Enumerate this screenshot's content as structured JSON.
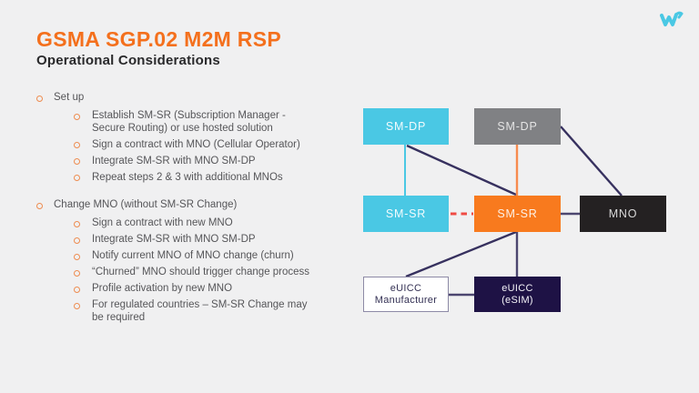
{
  "page": {
    "background": "#f0f0f1"
  },
  "brand": {
    "logo_icon": "w-swoosh-logo",
    "logo_color": "#4ac8e4"
  },
  "header": {
    "title": "GSMA SGP.02 M2M RSP",
    "title_color": "#f4701d",
    "subtitle": "Operational Considerations",
    "subtitle_color": "#29292b"
  },
  "bullets": [
    {
      "label": "Set up",
      "items": [
        "Establish SM-SR (Subscription Manager -\nSecure Routing) or use hosted solution",
        "Sign a contract with MNO (Cellular Operator)",
        "Integrate SM-SR with MNO SM-DP",
        "Repeat steps 2 & 3 with additional MNOs"
      ]
    },
    {
      "label": "Change MNO (without SM-SR Change)",
      "items": [
        "Sign a contract with new MNO",
        "Integrate SM-SR with MNO SM-DP",
        "Notify current MNO of MNO change (churn)",
        "“Churned” MNO should trigger change process",
        "Profile activation by new MNO",
        "For regulated countries – SM-SR Change may\nbe required"
      ]
    }
  ],
  "bullet_marker_color": "#ee8c50",
  "diagram": {
    "nodes": [
      {
        "id": "sm-dp-cyan",
        "label": "SM-DP",
        "bg": "#4ac8e4",
        "text_color": "#f2fbfd"
      },
      {
        "id": "sm-dp-gray",
        "label": "SM-DP",
        "bg": "#808184",
        "text_color": "#e4e4e4"
      },
      {
        "id": "sm-sr-cyan",
        "label": "SM-SR",
        "bg": "#4ac8e4",
        "text_color": "#f2fbfd"
      },
      {
        "id": "sm-sr-orange",
        "label": "SM-SR",
        "bg": "#f87a1e",
        "text_color": "#fdf1e6"
      },
      {
        "id": "mno",
        "label": "MNO",
        "bg": "#242122",
        "text_color": "#d8d8d8"
      },
      {
        "id": "euicc-manufacturer",
        "label": "eUICC\nManufacturer",
        "bg": "#ffffff",
        "text_color": "#343154",
        "border": "#8d8aa6"
      },
      {
        "id": "euicc-esim",
        "label": "eUICC\n(eSIM)",
        "bg": "#1e1245",
        "text_color": "#f4f3f8"
      }
    ],
    "edges": [
      {
        "from": "sm-dp-cyan",
        "to": "sm-sr-cyan",
        "color": "#4ac8e4",
        "style": "solid"
      },
      {
        "from": "sm-dp-cyan",
        "to": "sm-sr-orange",
        "color": "#37315f",
        "style": "solid"
      },
      {
        "from": "sm-dp-gray",
        "to": "sm-sr-orange",
        "color": "#f78b4e",
        "style": "solid"
      },
      {
        "from": "sm-dp-gray",
        "to": "mno",
        "color": "#37315f",
        "style": "solid"
      },
      {
        "from": "sm-sr-cyan",
        "to": "sm-sr-orange",
        "color": "#ef4b44",
        "style": "dashed"
      },
      {
        "from": "sm-sr-orange",
        "to": "mno",
        "color": "#4c4670",
        "style": "solid"
      },
      {
        "from": "sm-sr-orange",
        "to": "euicc-esim",
        "color": "#4c4670",
        "style": "solid"
      },
      {
        "from": "sm-sr-orange",
        "to": "euicc-manufacturer",
        "color": "#37315f",
        "style": "solid"
      },
      {
        "from": "euicc-manufacturer",
        "to": "euicc-esim",
        "color": "#4c4670",
        "style": "solid"
      }
    ]
  }
}
